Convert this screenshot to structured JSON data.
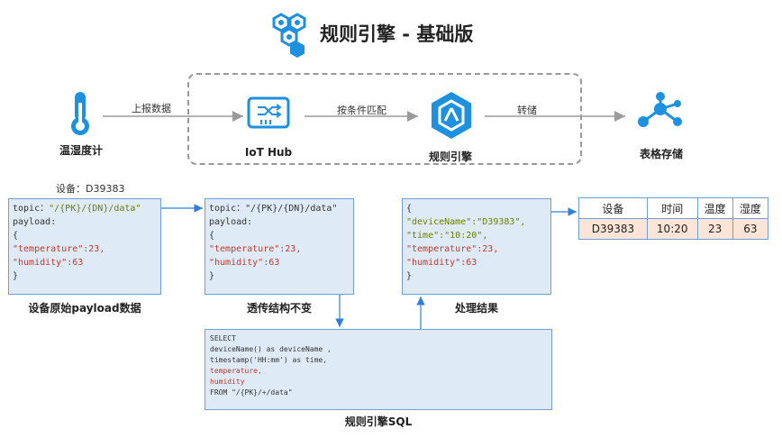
{
  "title": "规则引擎 - 基础版",
  "colors": {
    "accent": "#1e90e0",
    "box_fill": "#deebf7",
    "box_border": "#6f9fd8",
    "row_fill": "#fce4d6"
  },
  "icons": [
    "logo-icon",
    "thermometer-icon",
    "iot-hub-icon",
    "rule-engine-icon",
    "table-store-icon"
  ],
  "top_flow": {
    "sensor_label": "温湿度计",
    "report_label": "上报数据",
    "hub_label": "IoT Hub",
    "match_label": "按条件匹配",
    "engine_label": "规则引擎",
    "forward_label": "转储",
    "store_label": "表格存储"
  },
  "device_label": "设备：D39383",
  "raw_box": {
    "caption": "设备原始payload数据",
    "topic_key": "topic：",
    "topic_value": "\"/{PK}/{DN}/data\"",
    "payload_key": "payload:",
    "open_brace": "{",
    "temperature": "\"temperature\":23,",
    "humidity": "\"humidity\":63",
    "close_brace": "}"
  },
  "pass_box": {
    "caption": "透传结构不变",
    "topic_key": "topic：",
    "topic_value": "\"/{PK}/{DN}/data\"",
    "payload_key": "payload:",
    "open_brace": "{",
    "temperature": "\"temperature\":23,",
    "humidity": "\"humidity\":63",
    "close_brace": "}"
  },
  "result_box": {
    "caption": "处理结果",
    "open_brace": "{",
    "device_name": "\"deviceName\":\"D39383\",",
    "time": "\"time\":\"10:20\",",
    "temperature": "\"temperature\":23,",
    "humidity": "\"humidity\":63",
    "close_brace": "}"
  },
  "sql_box": {
    "caption": "规则引擎SQL",
    "line1": "SELECT",
    "line2": "deviceName() as deviceName ,",
    "line3": "timestamp('HH:mm') as time,",
    "line4": "temperature,",
    "line5": "humidity",
    "line6": "FROM \"/{PK}/+/data\""
  },
  "table": {
    "headers": [
      "设备",
      "时间",
      "温度",
      "湿度"
    ],
    "row": [
      "D39383",
      "10:20",
      "23",
      "63"
    ]
  }
}
